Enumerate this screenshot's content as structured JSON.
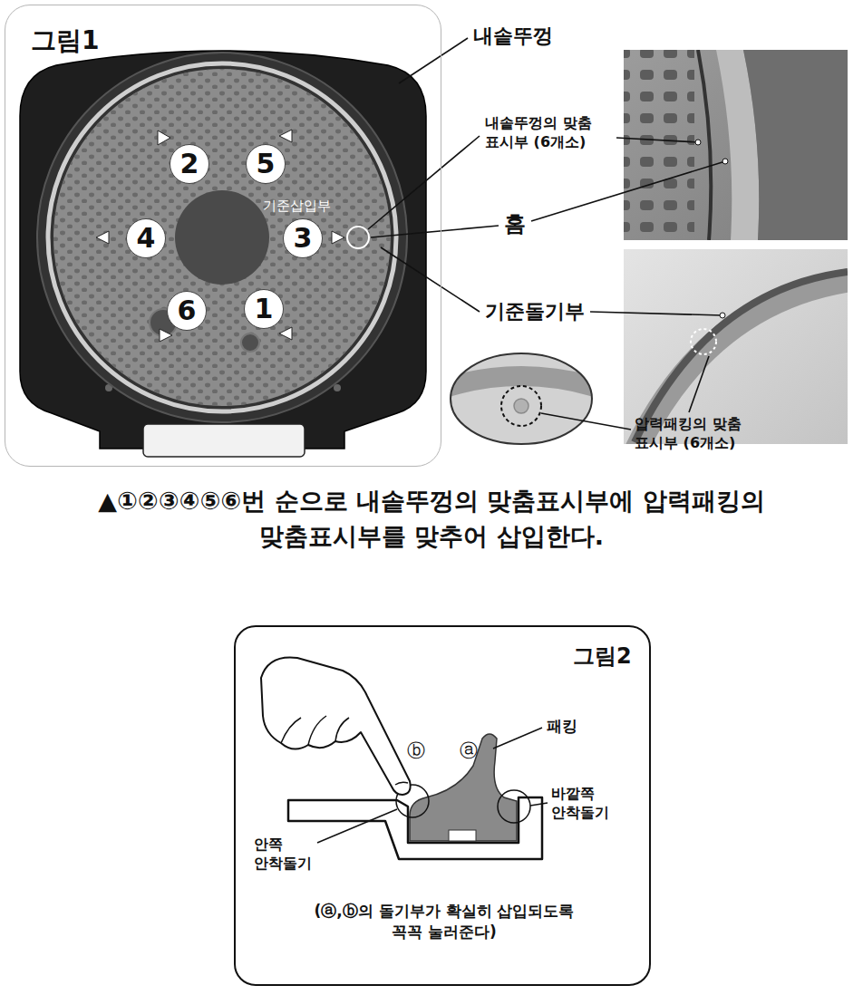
{
  "diagram": {
    "caption": "▲①②③④⑤⑥번 순으로 내솥뚜껑의 맞춤표시부에 압력패킹의 맞춤표시부를 맞추어 삽입한다.",
    "nodes": [
      {
        "text": [
          "그림1"
        ]
      },
      {
        "text": [
          "2"
        ],
        "in": 0
      },
      {
        "text": [
          "5"
        ],
        "in": 0
      },
      {
        "text": [
          "4"
        ],
        "in": 0
      },
      {
        "text": [
          "3"
        ],
        "in": 0
      },
      {
        "text": [
          "6"
        ],
        "in": 0
      },
      {
        "text": [
          "1"
        ],
        "in": 0
      },
      {
        "text": [
          "그림2",
          "(ⓐ,ⓑ의 돌기부가 확실히 삽입되도록 꼭꼭 눌러준다)"
        ]
      }
    ],
    "labels": [
      "기준삽입부",
      "내솥뚜껑",
      "내솥뚜껑의 맞춤 표시부 (6개소)",
      "홈",
      "기준돌기부",
      "압력패킹의 맞춤 표시부 (6개소)",
      "ⓑ",
      "ⓐ",
      "패킹",
      "바깥쪽 안착돌기",
      "안쪽 안착돌기"
    ]
  }
}
